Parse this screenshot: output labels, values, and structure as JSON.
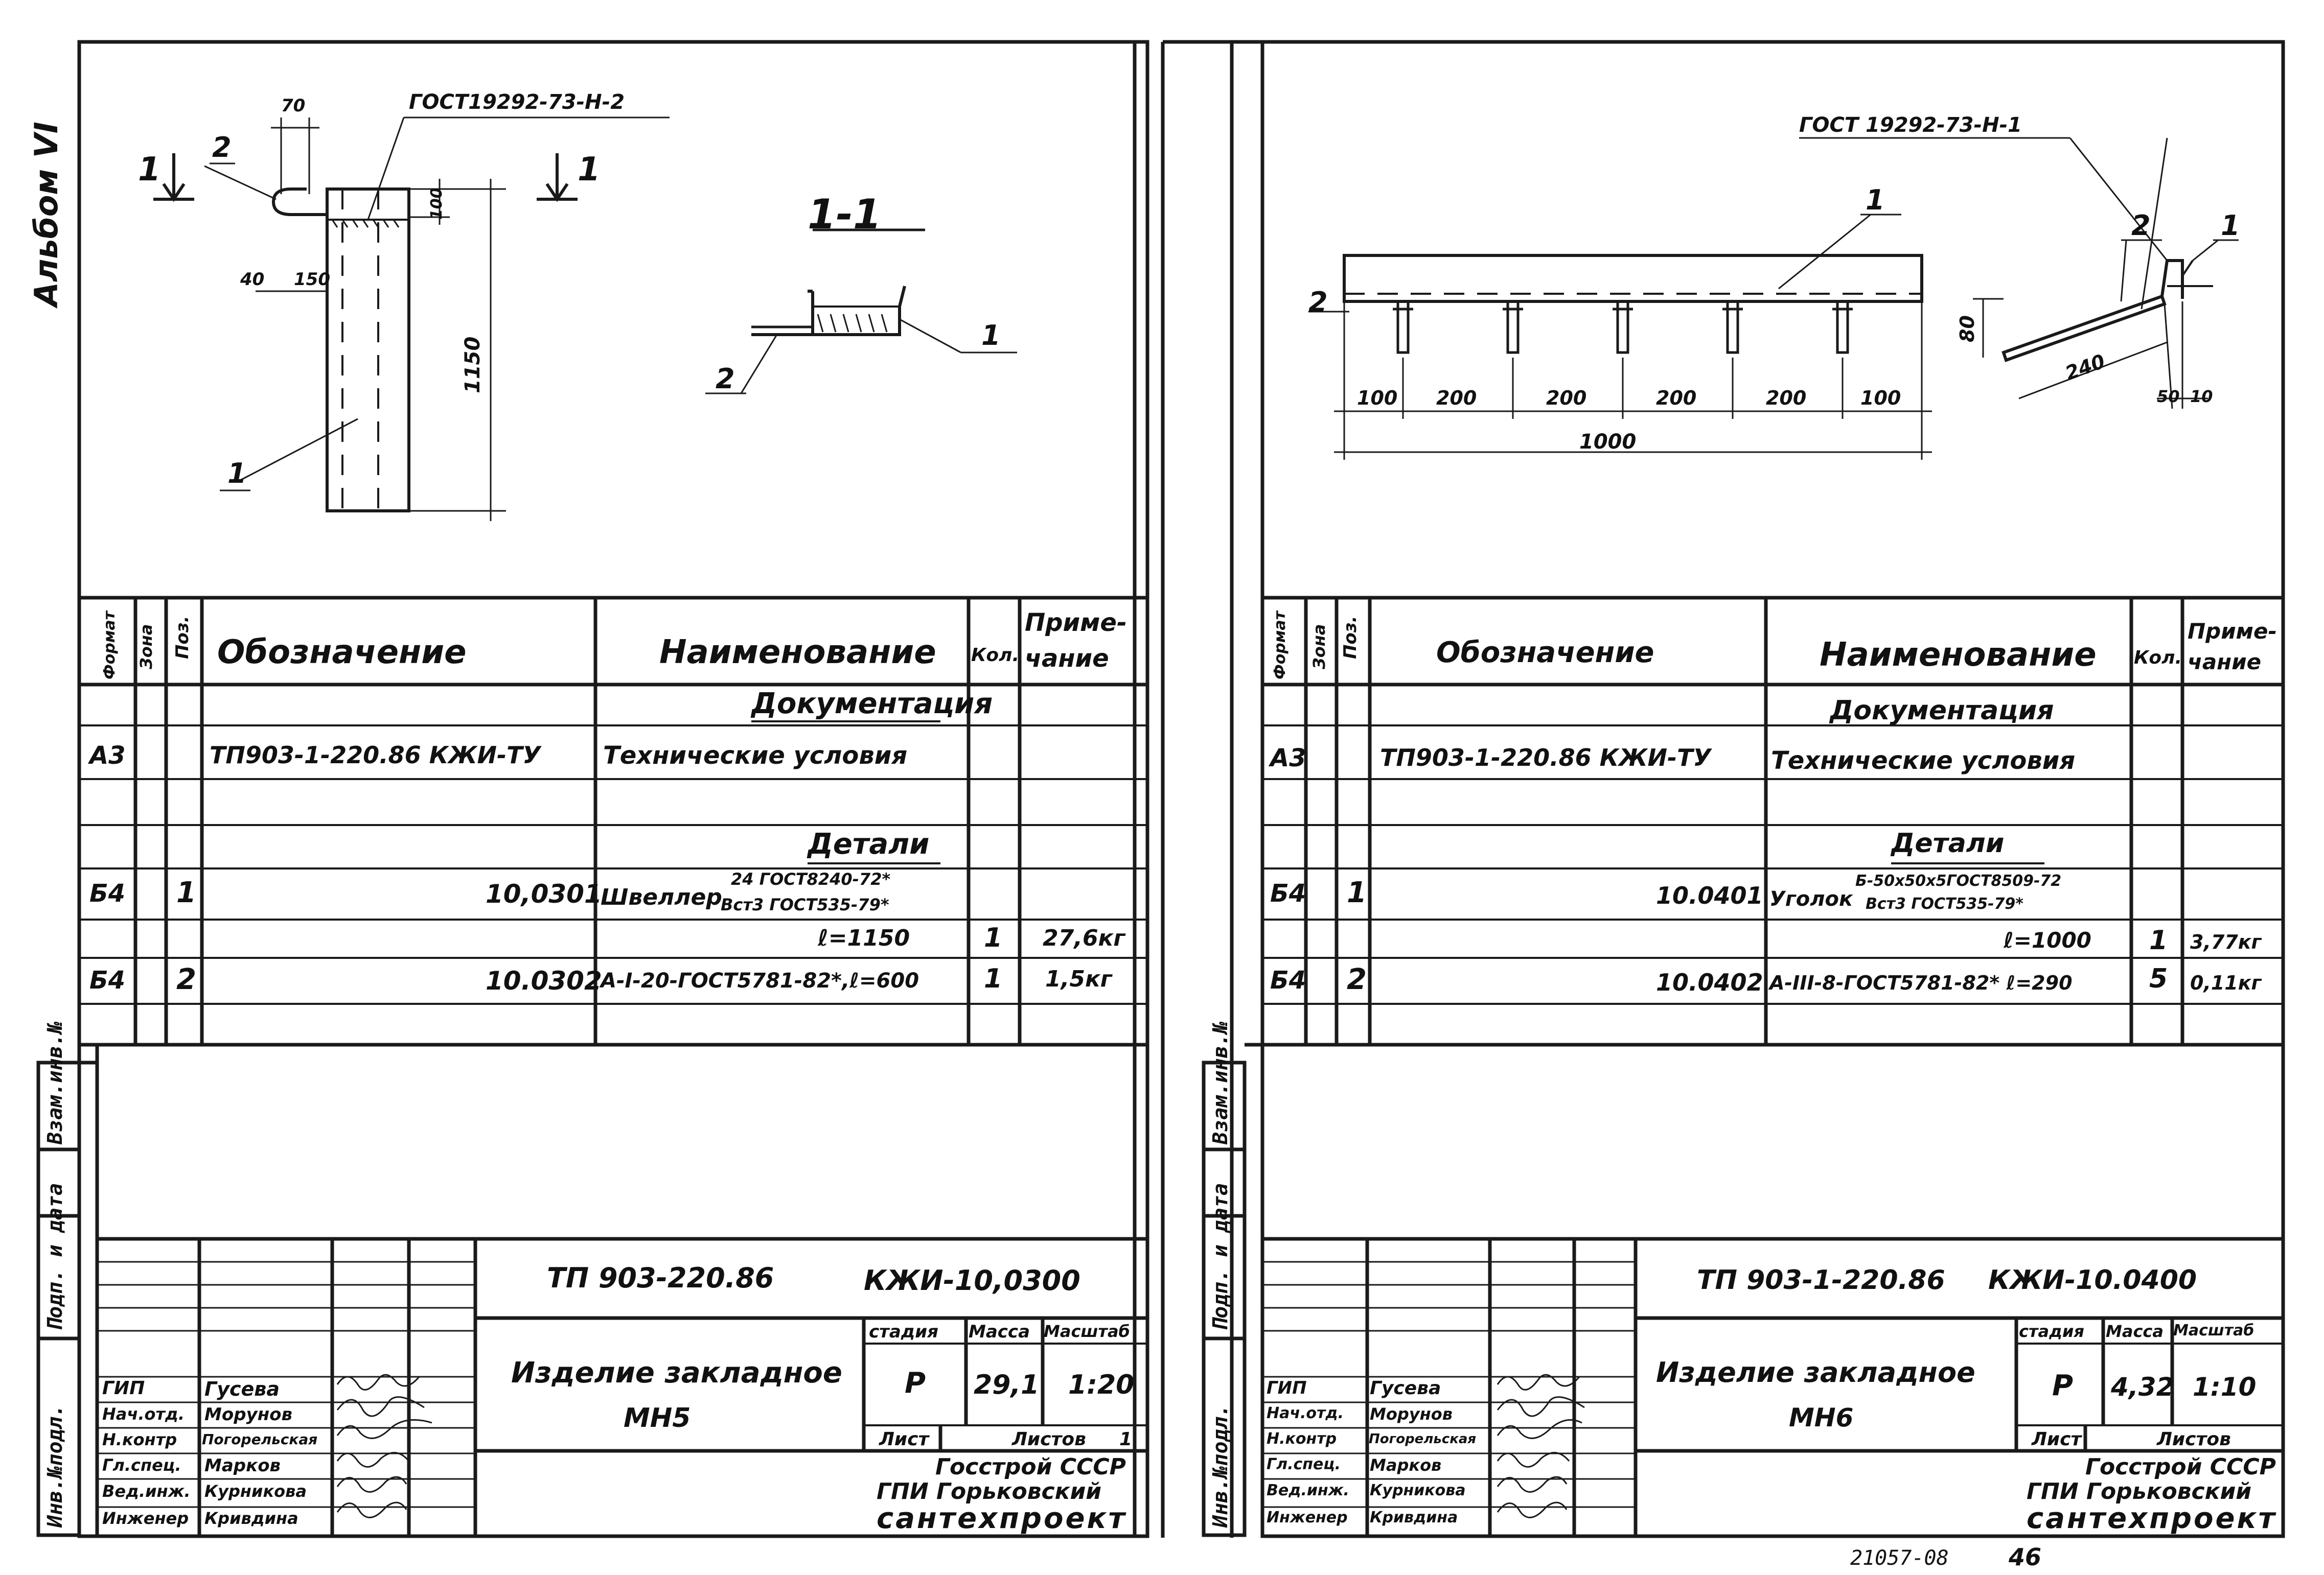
{
  "album_label": "Альбом VI",
  "bottom_number": "21057-08",
  "sheet_no": "46",
  "side_stamps": {
    "vzam": "Взам.инв.№",
    "podp_data": "Подп. и дата",
    "inv_podl": "Инв.№подл."
  },
  "spec_headers": {
    "format": "Формат",
    "zona": "Зона",
    "poz": "Поз.",
    "oboznachenie": "Обозначение",
    "naimenovanie": "Наименование",
    "kol": "Кол.",
    "prim1": "Приме-",
    "prim2": "чание"
  },
  "title_roles": [
    {
      "role": "ГИП",
      "name": "Гусева"
    },
    {
      "role": "Нач.отд.",
      "name": "Морунов"
    },
    {
      "role": "Н.контр",
      "name": "Погорельская"
    },
    {
      "role": "Гл.спец.",
      "name": "Марков"
    },
    {
      "role": "Вед.инж.",
      "name": "Курникова"
    },
    {
      "role": "Инженер",
      "name": "Кривдина"
    }
  ],
  "title_labels": {
    "stadiya": "стадия",
    "massa": "Масса",
    "masshtab": "Масштаб",
    "list": "Лист",
    "listov": "Листов",
    "org1": "Госстрой СССР",
    "org2": "ГПИ Горьковский",
    "org3": "сантехпроект"
  },
  "left": {
    "drawing": {
      "gost": "ГОСТ19292-73-Н-2",
      "section_label": "1-1",
      "cut_mark": "1",
      "pos1": "1",
      "pos2": "2",
      "dim_70": "70",
      "dim_100": "100",
      "dim_40": "40",
      "dim_150": "150",
      "dim_1150": "1150"
    },
    "rows": [
      {
        "format": "",
        "poz": "",
        "obozn": "",
        "naim": "Документация",
        "kol": "",
        "prim": ""
      },
      {
        "format": "А3",
        "poz": "",
        "obozn": "ТП903-1-220.86 КЖИ-ТУ",
        "naim": "Технические условия",
        "kol": "",
        "prim": ""
      },
      {
        "format": "",
        "poz": "",
        "obozn": "",
        "naim": "Детали",
        "kol": "",
        "prim": ""
      },
      {
        "format": "Б4",
        "poz": "1",
        "obozn": "10,0301",
        "naim": "Швеллер",
        "naim_top": "24 ГОСТ8240-72*",
        "naim_bot": "Вст3 ГОСТ535-79*",
        "kol": "",
        "prim": ""
      },
      {
        "format": "",
        "poz": "",
        "obozn": "",
        "naim": "ℓ=1150",
        "kol": "1",
        "prim": "27,6кг"
      },
      {
        "format": "Б4",
        "poz": "2",
        "obozn": "10.0302",
        "naim": "А-I-20-ГОСТ5781-82*,ℓ=600",
        "kol": "1",
        "prim": "1,5кг"
      }
    ],
    "title": {
      "code": "ТП 903-220.86",
      "doc": "КЖИ-10,0300",
      "name1": "Изделие закладное",
      "name2": "МН5",
      "stage": "Р",
      "mass": "29,1",
      "scale": "1:20",
      "list_val": "",
      "listov_val": "1"
    }
  },
  "right": {
    "drawing": {
      "gost": "ГОСТ 19292-73-Н-1",
      "pos1": "1",
      "pos2": "2",
      "dims": [
        "100",
        "200",
        "200",
        "200",
        "200",
        "100"
      ],
      "dim_total": "1000",
      "dim_80": "80",
      "dim_240": "240",
      "dim_50": "50",
      "dim_10": "10"
    },
    "rows": [
      {
        "format": "",
        "poz": "",
        "obozn": "",
        "naim": "Документация",
        "kol": "",
        "prim": ""
      },
      {
        "format": "А3",
        "poz": "",
        "obozn": "ТП903-1-220.86 КЖИ-ТУ",
        "naim": "Технические условия",
        "kol": "",
        "prim": ""
      },
      {
        "format": "",
        "poz": "",
        "obozn": "",
        "naim": "Детали",
        "kol": "",
        "prim": ""
      },
      {
        "format": "Б4",
        "poz": "1",
        "obozn": "10.0401",
        "naim": "Уголок",
        "naim_top": "Б-50х50х5ГОСТ8509-72",
        "naim_bot": "Вст3 ГОСТ535-79*",
        "kol": "",
        "prim": ""
      },
      {
        "format": "",
        "poz": "",
        "obozn": "",
        "naim": "ℓ=1000",
        "kol": "1",
        "prim": "3,77кг"
      },
      {
        "format": "Б4",
        "poz": "2",
        "obozn": "10.0402",
        "naim": "А-III-8-ГОСТ5781-82* ℓ=290",
        "kol": "5",
        "prim": "0,11кг"
      }
    ],
    "title": {
      "code": "ТП 903-1-220.86",
      "doc": "КЖИ-10.0400",
      "name1": "Изделие закладное",
      "name2": "МН6",
      "stage": "Р",
      "mass": "4,32",
      "scale": "1:10",
      "list_val": "",
      "listov_val": ""
    }
  }
}
